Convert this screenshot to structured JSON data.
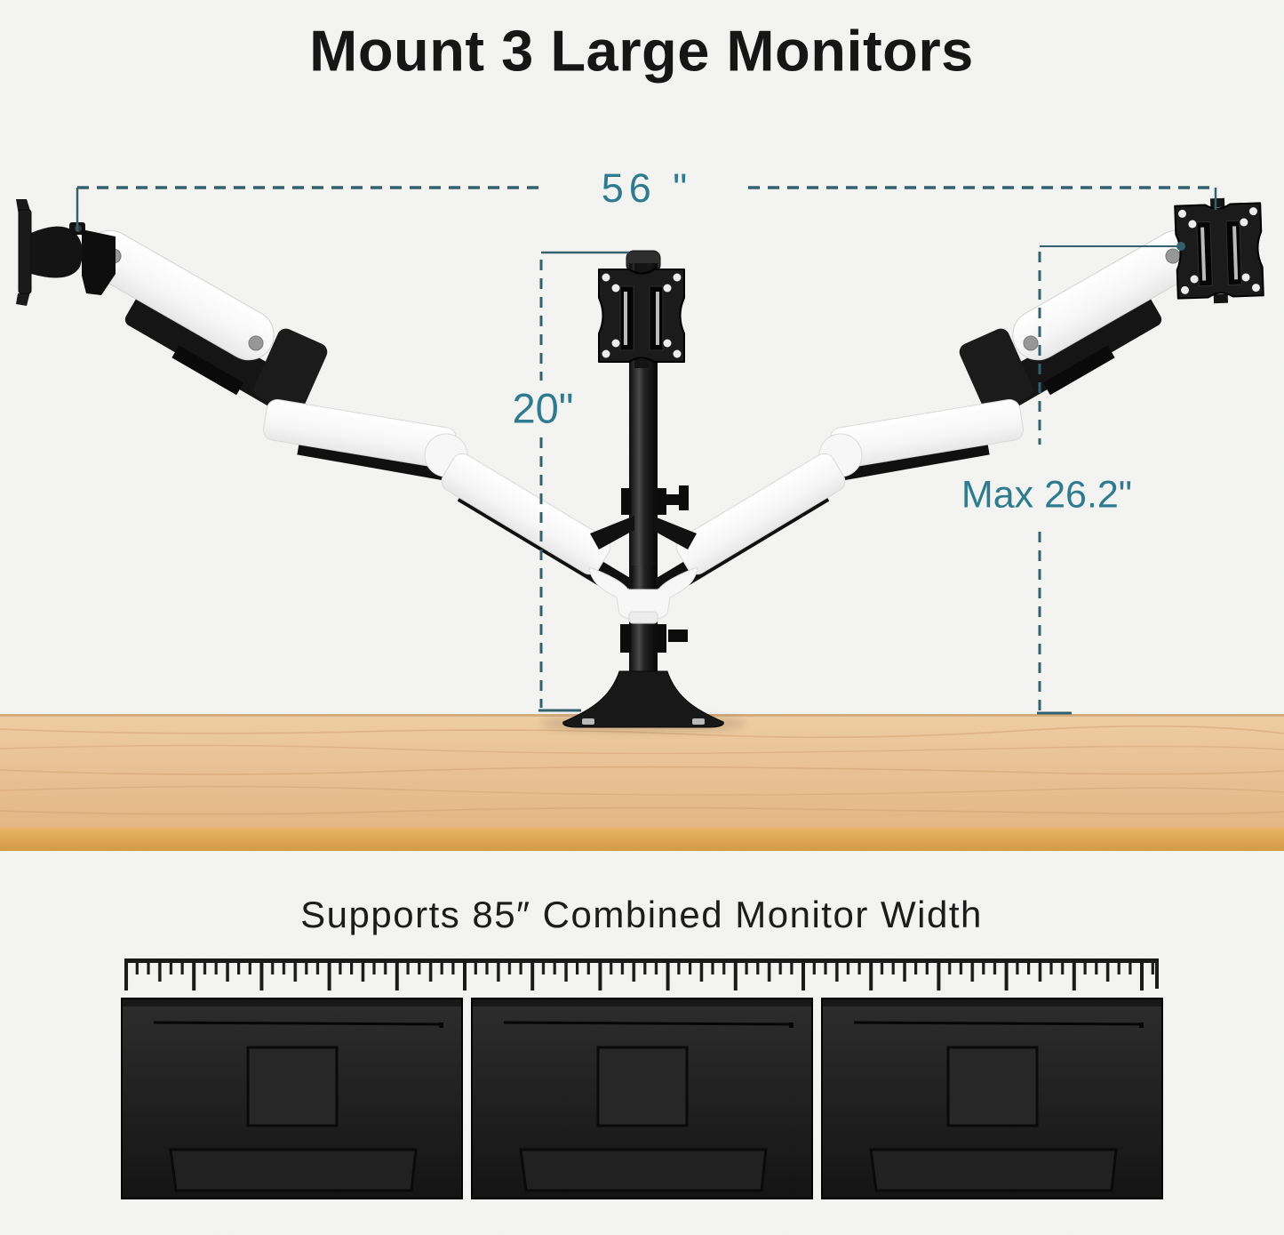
{
  "title": "Mount 3 Large Monitors",
  "dimensions": {
    "width_label": "56 \"",
    "height_label": "20\"",
    "max_reach_label": "Max 26.2\""
  },
  "caption": "Supports 85″ Combined Monitor Width",
  "monitors": {
    "count": 3
  },
  "colors": {
    "accent_teal": "#2e7b90",
    "dimension_line": "#34616d",
    "wood_top": "#e9c094",
    "wood_edge": "#dfa958",
    "monitor_body": "#1e1e1e",
    "arm_white": "#fafafa",
    "hardware_black": "#161616"
  }
}
